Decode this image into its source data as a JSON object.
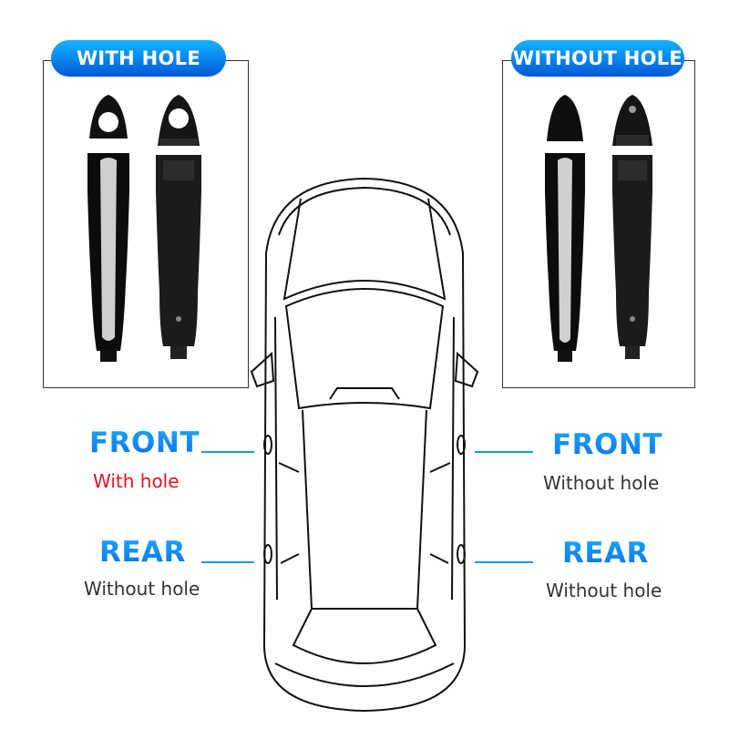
{
  "panels": {
    "left": {
      "badge": "WITH HOLE",
      "variant": "with-hole"
    },
    "right": {
      "badge": "WITHOUT HOLE",
      "variant": "without-hole"
    }
  },
  "labels": {
    "front_left": {
      "title": "FRONT",
      "subtitle": "With hole"
    },
    "rear_left": {
      "title": "REAR",
      "subtitle": "Without hole"
    },
    "front_right": {
      "title": "FRONT",
      "subtitle": "Without hole"
    },
    "rear_right": {
      "title": "REAR",
      "subtitle": "Without hole"
    }
  },
  "colors": {
    "badge_gradient_top": "#14b4ff",
    "badge_gradient_bottom": "#0058d6",
    "title_blue": "#0a7ef0",
    "leader_line": "#1a9be6",
    "highlight_red": "#e0141e",
    "subtitle_gray": "#333333"
  }
}
